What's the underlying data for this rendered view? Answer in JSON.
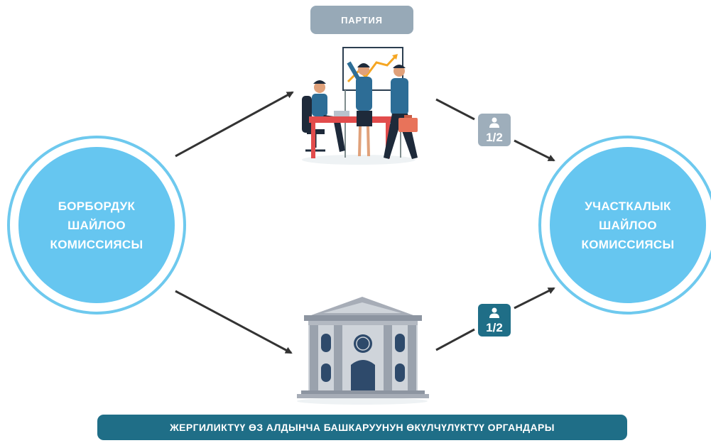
{
  "diagram": {
    "left_node": {
      "line1": "БОРБОРДУК",
      "line2": "ШАЙЛОО",
      "line3": "КОМИССИЯСЫ"
    },
    "right_node": {
      "line1": "УЧАСТКАЛЫК",
      "line2": "ШАЙЛОО",
      "line3": "КОМИССИЯСЫ"
    },
    "top_node": {
      "label": "ПАРТИЯ"
    },
    "bottom_node": {
      "label": "ЖЕРГИЛИКТҮҮ ӨЗ АЛДЫНЧА БАШКАРУУНУН ӨКҮЛЧҮЛҮКТҮҮ ОРГАНДАРЫ"
    },
    "badge_top": {
      "fraction": "1/2",
      "icon": "person-icon",
      "color": "#9eaebb"
    },
    "badge_bottom": {
      "fraction": "1/2",
      "icon": "person-icon",
      "color": "#1f6e87"
    }
  },
  "colors": {
    "circle_fill": "#66c6f0",
    "circle_ring": "#6ec9ee",
    "party_pill": "#97a9b7",
    "bottom_pill": "#1f6e87",
    "arrow": "#333333"
  }
}
